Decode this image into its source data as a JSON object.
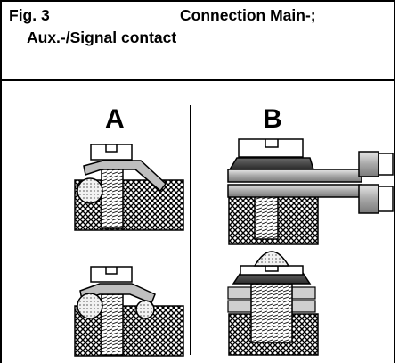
{
  "figure": {
    "number": "Fig. 3",
    "title_line1": "Connection Main-;",
    "title_line2": "Aux.-/Signal contact"
  },
  "panels": [
    {
      "label": "A"
    },
    {
      "label": "B"
    }
  ]
}
